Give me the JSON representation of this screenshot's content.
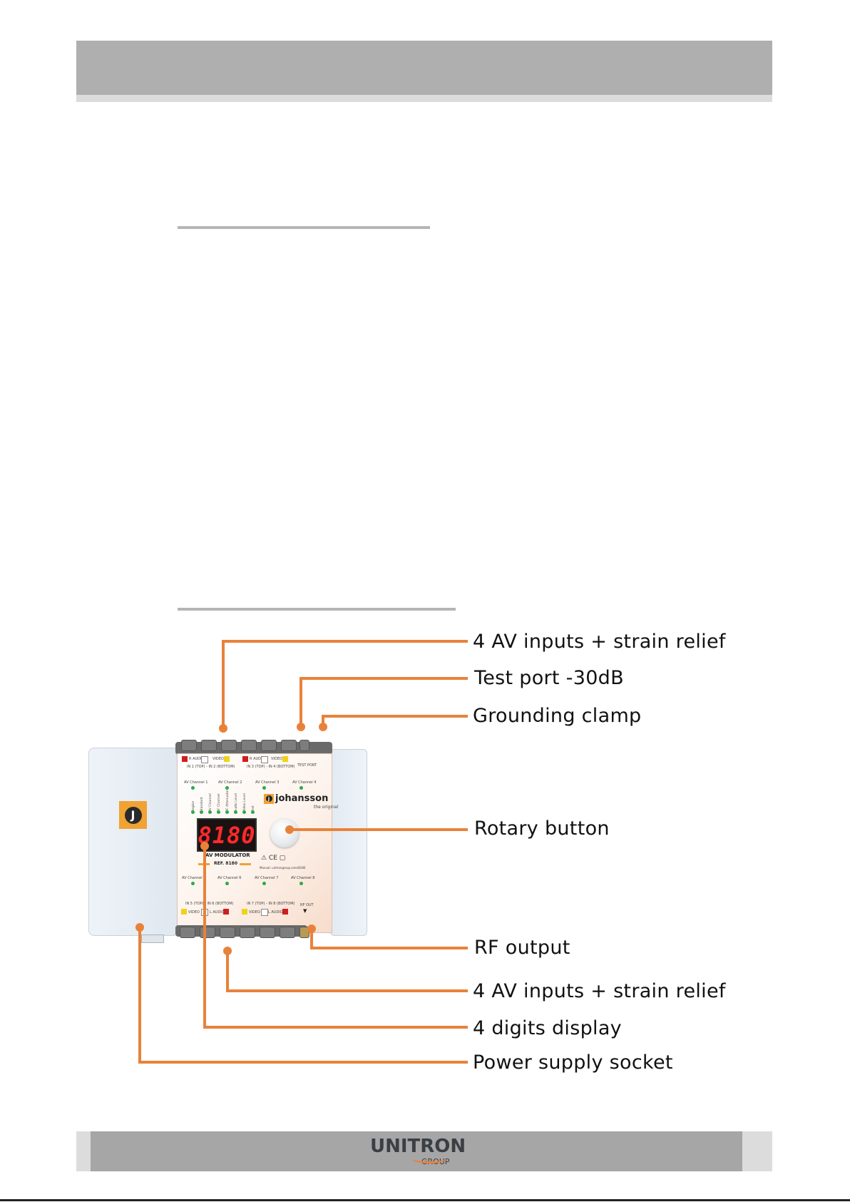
{
  "device": {
    "brand_name": "johansson",
    "brand_tagline": "the original",
    "display_value": "8180",
    "model_title": "AV MODULATOR",
    "model_ref": "REF. 8180",
    "manual_text": "Manual: unitrongroup.com/8180",
    "test_port_label": "TEST PORT",
    "rf_out_label": "RF OUT",
    "top_input_labels": [
      "IN 1 (TOP) - IN 2 (BOTTOM)",
      "IN 3 (TOP) - IN 4 (BOTTOM)"
    ],
    "bottom_input_labels": [
      "IN 5 (TOP) - IN 6 (BOTTOM)",
      "IN 7 (TOP) - IN 8 (BOTTOM)"
    ],
    "top_connector_labels": [
      "R AUDIO L",
      "VIDEO",
      "R AUDIO L",
      "VIDEO"
    ],
    "bottom_connector_labels": [
      "VIDEO",
      "L AUDIO R",
      "VIDEO",
      "L AUDIO R"
    ],
    "channels_top": [
      "AV Channel 1",
      "AV Channel 2",
      "AV Channel 3",
      "AV Channel 4"
    ],
    "channels_bottom": [
      "AV Channel 5",
      "AV Channel 6",
      "AV Channel 7",
      "AV Channel 8"
    ],
    "menu_leds": [
      "Region",
      "Standard",
      "AV Channel",
      "RF Channel",
      "RF Attenuator",
      "Audio Level",
      "Video Level",
      "Test"
    ]
  },
  "callouts": [
    "4 AV inputs + strain relief",
    "Test port -30dB",
    "Grounding clamp",
    "Rotary button",
    "RF output",
    "4 AV inputs + strain relief",
    "4 digits display",
    "Power supply socket"
  ],
  "footer": {
    "logo_main": "UNITRON",
    "logo_sub": "GROUP"
  },
  "colors": {
    "header_band": "#afafaf",
    "header_stripe": "#dcdcdc",
    "accent_orange": "#e8823a",
    "display_red": "#ff2a2a",
    "footer_band": "#a6a6a6"
  }
}
